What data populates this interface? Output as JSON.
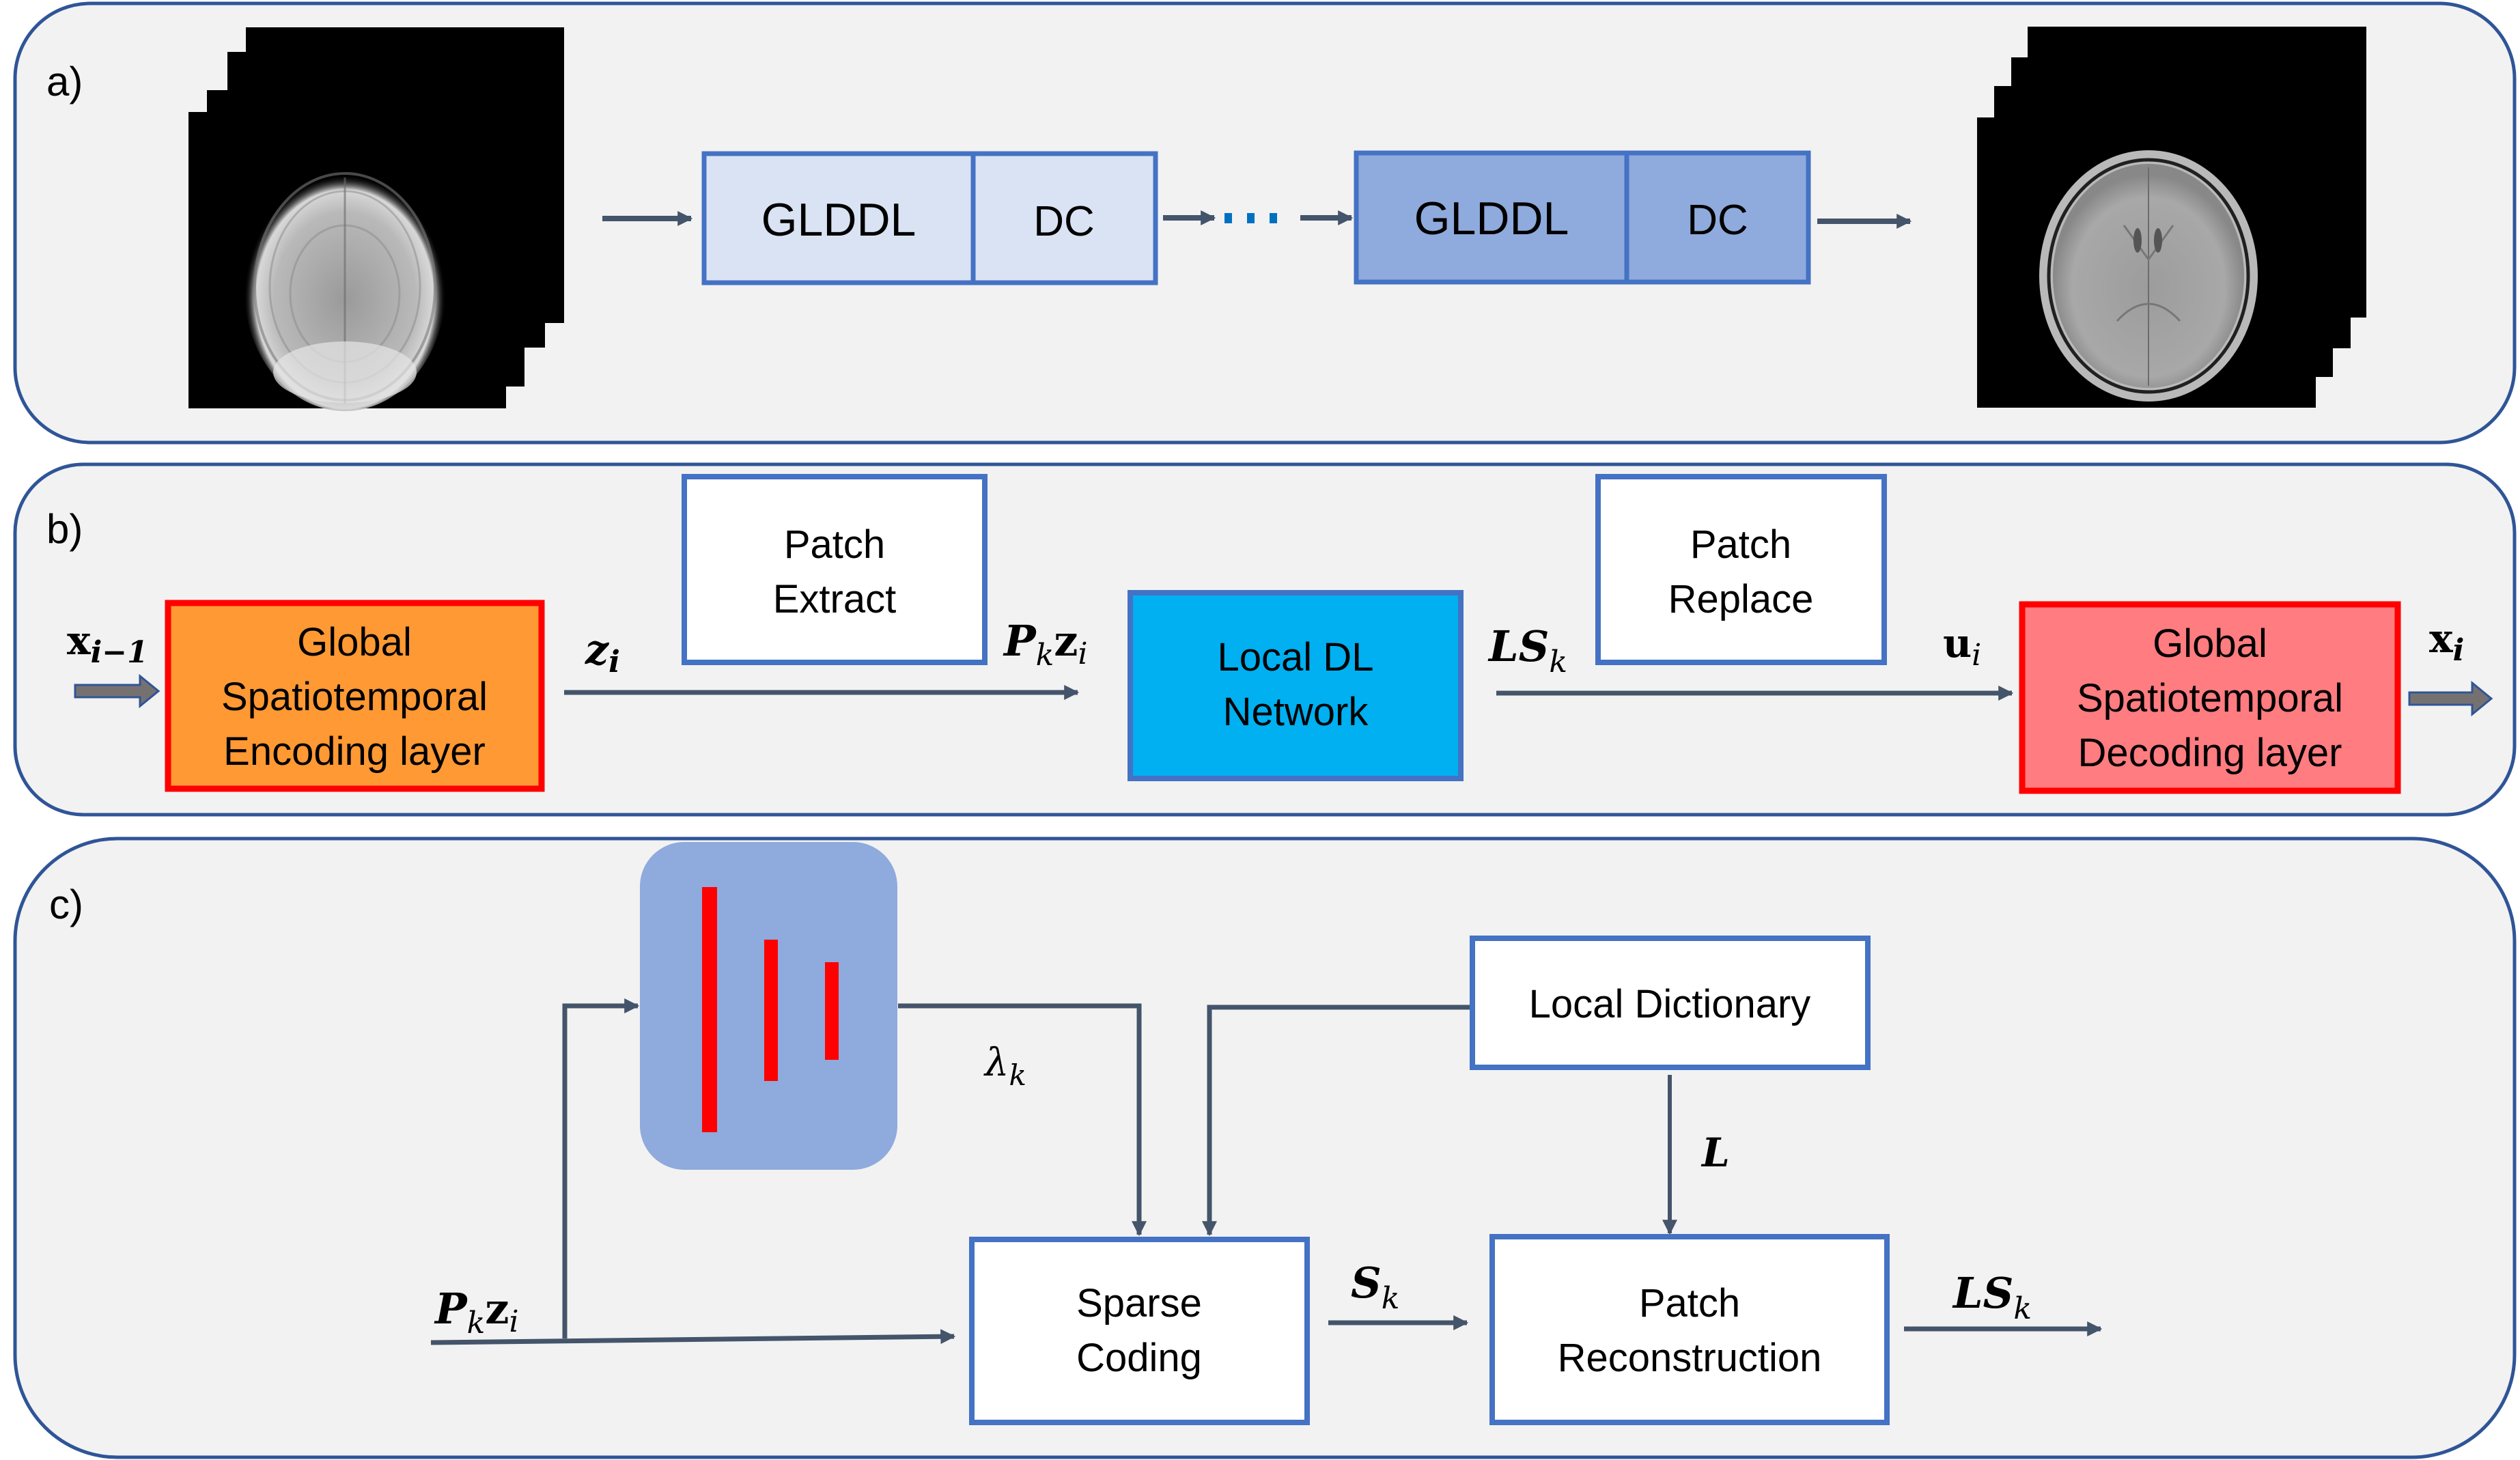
{
  "colors": {
    "panel_bg": "#f2f2f2",
    "panel_border": "#2f5597",
    "box_border": "#4472c4",
    "box_light": "#dae3f3",
    "box_dark": "#8faadc",
    "arrow": "#44546a",
    "dots": "#0070c0",
    "encoder_fill": "#ff9933",
    "decoder_fill": "#ff7c80",
    "red_border": "#ff0000",
    "local_dl_fill": "#00b0f0",
    "block_arrow_fill": "#767171",
    "bars": "#ff0000"
  },
  "panel_a": {
    "label": "a)",
    "input_image": "undersampled-mr-image-stack",
    "output_image": "reconstructed-mr-image-stack",
    "stage1": {
      "left": "GLDDL",
      "right": "DC"
    },
    "ellipsis": "⋯",
    "stage_n": {
      "left": "GLDDL",
      "right": "DC"
    }
  },
  "panel_b": {
    "label": "b)",
    "input_label": {
      "base": "x",
      "sub": "i−1"
    },
    "encoder": [
      "Global",
      "Spatiotemporal",
      "Encoding layer"
    ],
    "z_label": {
      "base": "z",
      "sub": "i"
    },
    "patch_extract": [
      "Patch",
      "Extract"
    ],
    "pz_label": {
      "p": "P",
      "psub": "k",
      "base": "z",
      "sub": "i"
    },
    "local_dl": [
      "Local DL",
      "Network"
    ],
    "ls_label": {
      "base": "LS",
      "sub": "k"
    },
    "patch_replace": [
      "Patch",
      "Replace"
    ],
    "u_label": {
      "base": "u",
      "sub": "i"
    },
    "decoder": [
      "Global",
      "Spatiotemporal",
      "Decoding layer"
    ],
    "output_label": {
      "base": "x",
      "sub": "i"
    }
  },
  "panel_c": {
    "label": "c)",
    "threshold_module": "threshold-bars",
    "lambda_label": {
      "base": "λ",
      "sub": "k"
    },
    "local_dictionary": "Local Dictionary",
    "L_label": "L",
    "input_label": {
      "p": "P",
      "psub": "k",
      "base": "z",
      "sub": "i"
    },
    "sparse_coding": [
      "Sparse",
      "Coding"
    ],
    "s_label": {
      "base": "S",
      "sub": "k"
    },
    "patch_reconstruction": [
      "Patch",
      "Reconstruction"
    ],
    "ls_label": {
      "base": "LS",
      "sub": "k"
    }
  }
}
